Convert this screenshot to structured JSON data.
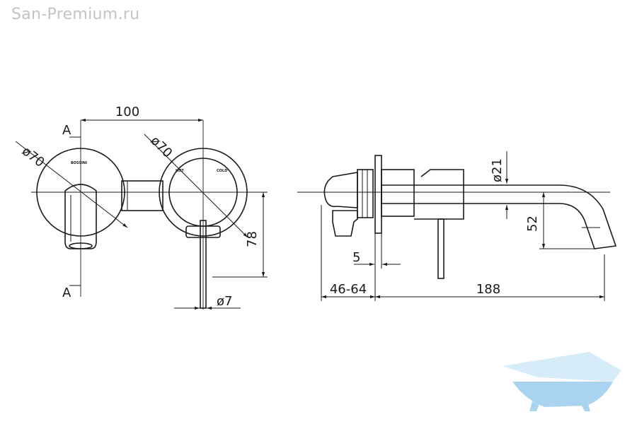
{
  "watermark": "San-Premium.ru",
  "front_view": {
    "section_top": "A",
    "section_bottom": "A",
    "dim_width": "100",
    "dim_left_diameter": "ø70",
    "dim_right_diameter": "ø70",
    "dim_height": "78",
    "dim_handle_diameter": "ø7",
    "brand_mark": "BOSSINI",
    "label_hot": "HOT",
    "label_cold": "COLD"
  },
  "side_view": {
    "dim_spout_diameter": "ø21",
    "dim_drop": "52",
    "dim_plate": "5",
    "dim_depth": "46-64",
    "dim_projection": "188"
  },
  "logo": {
    "name": "bathtub-logo",
    "color_light": "#d6ecf8",
    "color_mid": "#a9d3ee"
  }
}
